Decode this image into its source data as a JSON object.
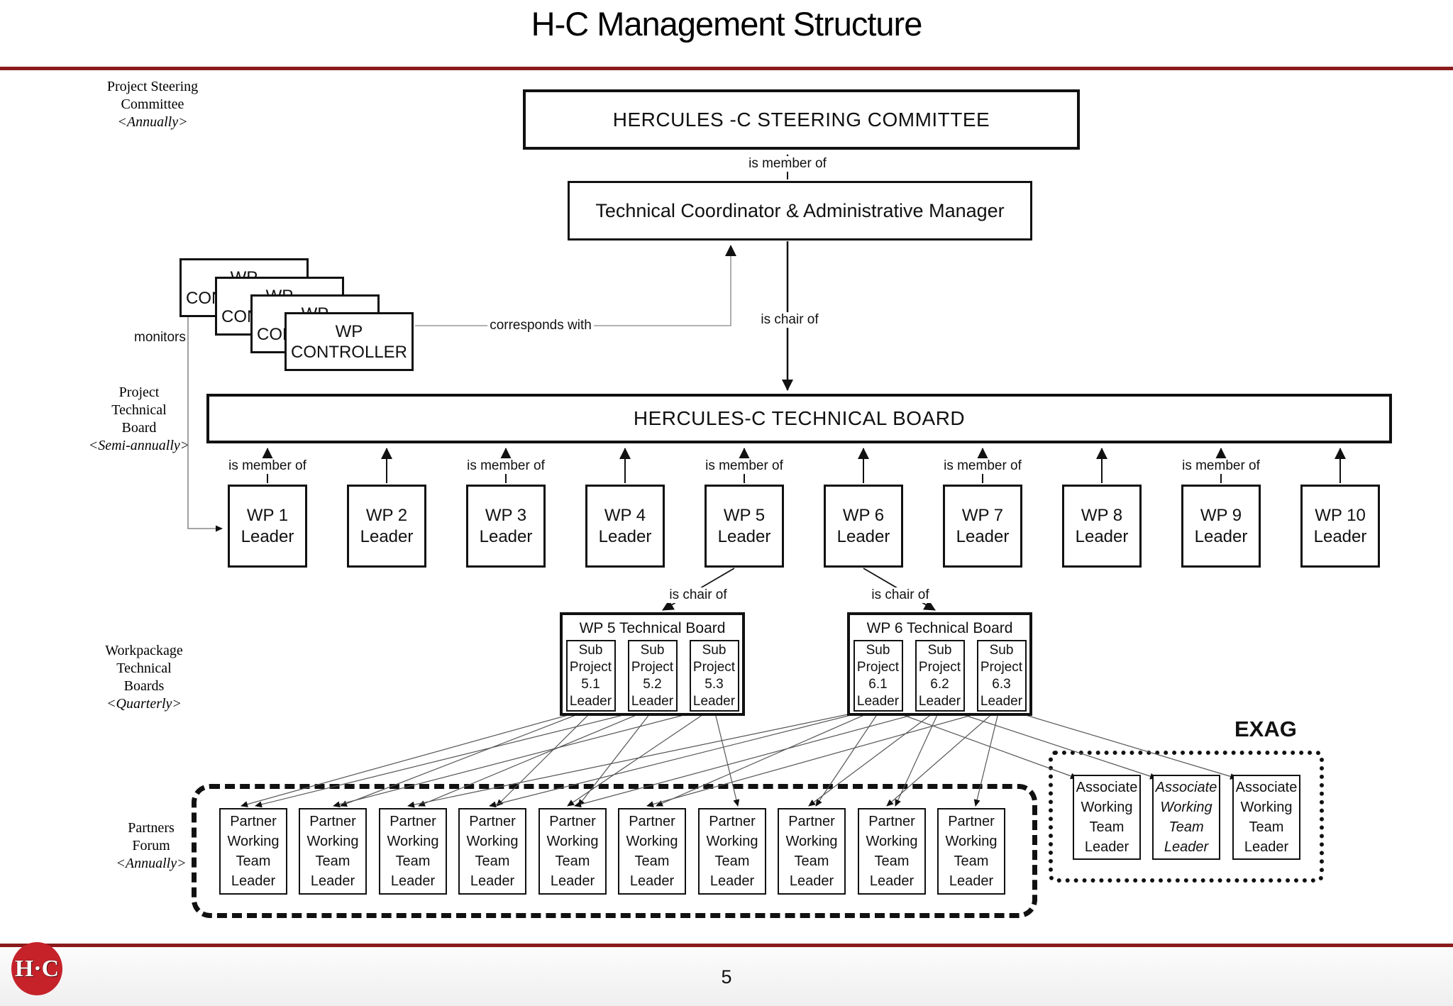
{
  "title": "H-C Management Structure",
  "colors": {
    "rule_red": "#8B1B1B",
    "logo_red": "#C5222A",
    "box_border": "#111111"
  },
  "side_labels": {
    "steering": {
      "l1": "Project Steering",
      "l2": "Committee",
      "schedule": "<Annually>"
    },
    "technical": {
      "l1": "Project",
      "l2": "Technical",
      "l3": "Board",
      "schedule": "<Semi-annually>"
    },
    "workpackage": {
      "l1": "Workpackage",
      "l2": "Technical",
      "l3": "Boards",
      "schedule": "<Quarterly>"
    },
    "partners": {
      "l1": "Partners",
      "l2": "Forum",
      "schedule": "<Annually>"
    }
  },
  "boxes": {
    "steering_committee": "HERCULES -C STEERING COMMITTEE",
    "tech_coordinator": "Technical Coordinator & Administrative Manager",
    "wp_controller": {
      "l1": "WP",
      "l2": "CONTROLLER"
    },
    "technical_board": "HERCULES-C TECHNICAL BOARD",
    "wp5_board_title": "WP 5 Technical Board",
    "wp6_board_title": "WP 6 Technical Board"
  },
  "wp_leaders": [
    {
      "l1": "WP 1",
      "l2": "Leader"
    },
    {
      "l1": "WP 2",
      "l2": "Leader"
    },
    {
      "l1": "WP 3",
      "l2": "Leader"
    },
    {
      "l1": "WP 4",
      "l2": "Leader"
    },
    {
      "l1": "WP 5",
      "l2": "Leader"
    },
    {
      "l1": "WP 6",
      "l2": "Leader"
    },
    {
      "l1": "WP 7",
      "l2": "Leader"
    },
    {
      "l1": "WP 8",
      "l2": "Leader"
    },
    {
      "l1": "WP 9",
      "l2": "Leader"
    },
    {
      "l1": "WP 10",
      "l2": "Leader"
    }
  ],
  "sub_leaders": [
    {
      "l1": "Sub",
      "l2": "Project",
      "l3": "5.1",
      "l4": "Leader"
    },
    {
      "l1": "Sub",
      "l2": "Project",
      "l3": "5.2",
      "l4": "Leader"
    },
    {
      "l1": "Sub",
      "l2": "Project",
      "l3": "5.3",
      "l4": "Leader"
    },
    {
      "l1": "Sub",
      "l2": "Project",
      "l3": "6.1",
      "l4": "Leader"
    },
    {
      "l1": "Sub",
      "l2": "Project",
      "l3": "6.2",
      "l4": "Leader"
    },
    {
      "l1": "Sub",
      "l2": "Project",
      "l3": "6.3",
      "l4": "Leader"
    }
  ],
  "partner_box": {
    "l1": "Partner",
    "l2": "Working",
    "l3": "Team",
    "l4": "Leader"
  },
  "associate_box": {
    "l1": "Associate",
    "l2": "Working",
    "l3": "Team",
    "l4": "Leader"
  },
  "exag_label": "EXAG",
  "edge_labels": {
    "is_member_of": "is member of",
    "is_chair_of": "is chair of",
    "monitors": "monitors",
    "corresponds_with": "corresponds with"
  },
  "footer": {
    "page_number": "5",
    "logo_text": "H·C"
  }
}
